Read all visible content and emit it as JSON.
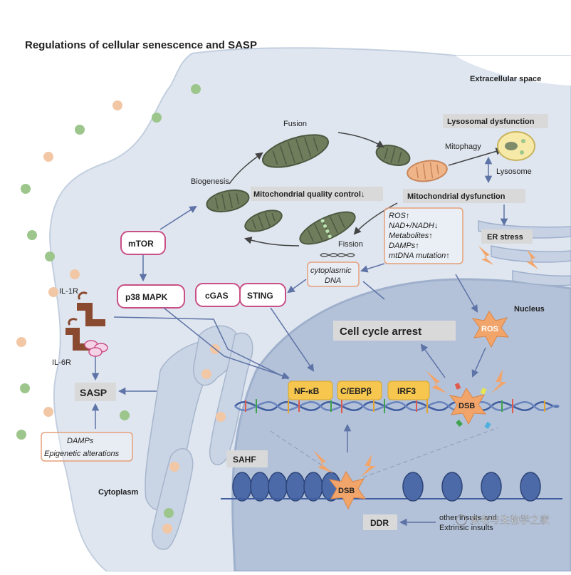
{
  "title": "Regulations of cellular senescence and SASP",
  "labels": {
    "extracellular_space": "Extracellular space",
    "nucleus": "Nucleus",
    "cytoplasm": "Cytoplasm",
    "fusion": "Fusion",
    "fission": "Fission",
    "biogenesis": "Biogenesis",
    "mitophagy": "Mitophagy",
    "lysosome": "Lysosome",
    "mito_quality": "Mitochondrial quality control↓",
    "lyso_dysfunction": "Lysosomal dysfunction",
    "mito_dysfunction": "Mitochondrial dysfunction",
    "er_stress": "ER stress",
    "cyto_dna_1": "cytoplasmic",
    "cyto_dna_2": "DNA",
    "mtor": "mTOR",
    "p38": "p38 MAPK",
    "cgas": "cGAS",
    "sting": "STING",
    "ros_star": "ROS",
    "cell_cycle_arrest": "Cell cycle arrest",
    "nfkb": "NF-κB",
    "cebpb": "C/EBPβ",
    "irf3": "IRF3",
    "dsb": "DSB",
    "dsb2": "DSB",
    "sasp": "SASP",
    "il1r": "IL-1R",
    "il6r": "IL-6R",
    "sahf": "SAHF",
    "ddr": "DDR",
    "other_insults": "other insults and",
    "extrinsic_insults": "Extrinsic insults",
    "watermark": "衰老与生物学之家"
  },
  "mito_dysfunction_list": [
    "ROS↑",
    "NAD+/NADH↓",
    "Metabolites↑",
    "DAMPs↑",
    "mtDNA mutation↑"
  ],
  "sasp_inputs": [
    "DAMPs",
    "Epigenetic alterations"
  ],
  "colors": {
    "cell": "#dfe6f0",
    "cell_edge": "#c3cfdf",
    "nucleus": "#b3c2d9",
    "nucleus_edge": "#9fb0cc",
    "mito_dark": "#6f7d5d",
    "mito_orange": "#f0b489",
    "pink_border": "#c94f86",
    "yellow_tf": "#f6c64e",
    "label_box": "#d9d9d9",
    "orange_star": "#f2a56b",
    "arrow": "#5e73a6",
    "particle_green": "#9cc68c",
    "particle_peach": "#f2c7a6"
  }
}
